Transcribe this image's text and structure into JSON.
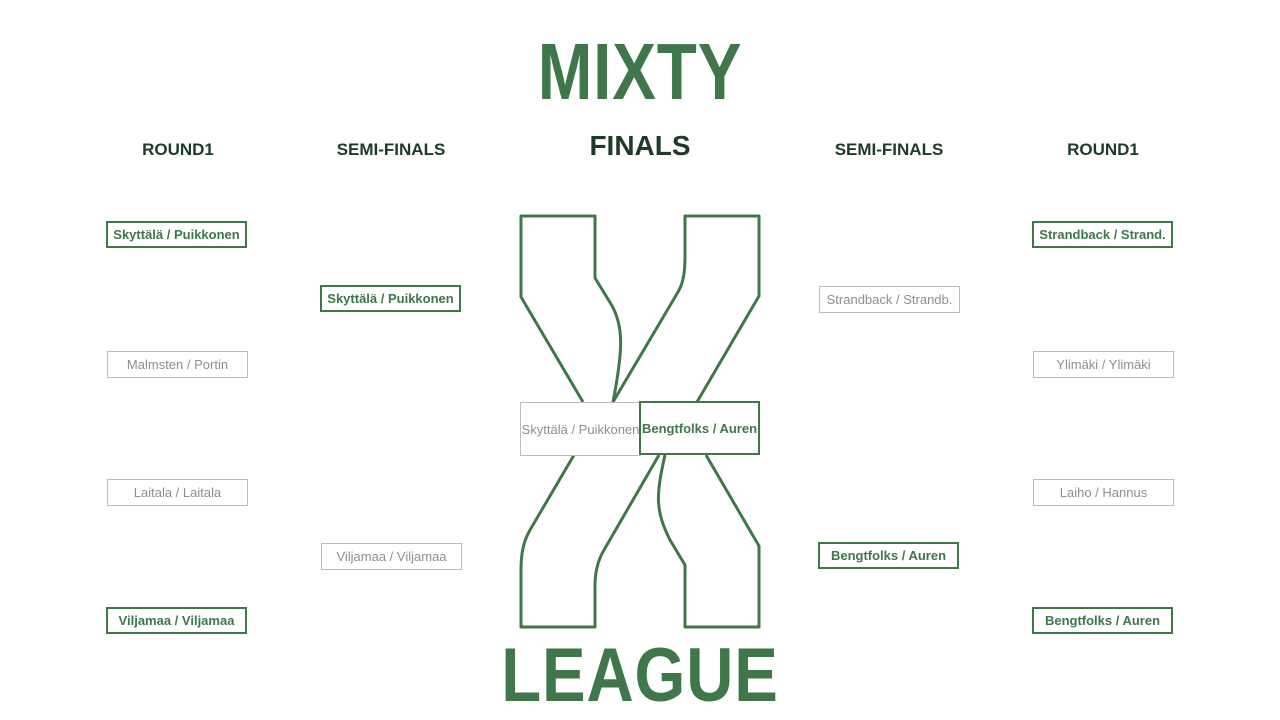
{
  "brand": {
    "top": "MIXTY",
    "bottom": "LEAGUE"
  },
  "headers": {
    "left_round1": "ROUND1",
    "left_semis": "SEMI-FINALS",
    "finals": "FINALS",
    "right_semis": "SEMI-FINALS",
    "right_round1": "ROUND1"
  },
  "left_round1": [
    {
      "label": "Skyttälä / Puikkonen",
      "winner": true
    },
    {
      "label": "Malmsten / Portin",
      "winner": false
    },
    {
      "label": "Laitala / Laitala",
      "winner": false
    },
    {
      "label": "Viljamaa / Viljamaa",
      "winner": true
    }
  ],
  "left_semis": [
    {
      "label": "Skyttälä / Puikkonen",
      "winner": true
    },
    {
      "label": "Viljamaa / Viljamaa",
      "winner": false
    }
  ],
  "finals": {
    "left": {
      "label": "Skyttälä / Puikkonen",
      "winner": false
    },
    "right": {
      "label": "Bengtfolks / Auren",
      "winner": true
    }
  },
  "right_semis": [
    {
      "label": "Strandback / Strandb.",
      "winner": false
    },
    {
      "label": "Bengtfolks / Auren",
      "winner": true
    }
  ],
  "right_round1": [
    {
      "label": "Strandback / Strand.",
      "winner": true
    },
    {
      "label": "Ylimäki / Ylimäki",
      "winner": false
    },
    {
      "label": "Laiho / Hannus",
      "winner": false
    },
    {
      "label": "Bengtfolks / Auren",
      "winner": true
    }
  ],
  "colors": {
    "accent": "#3f774a",
    "header": "#1e3b27",
    "muted": "#8f8f8f",
    "muted_border": "#bdbdbd"
  }
}
